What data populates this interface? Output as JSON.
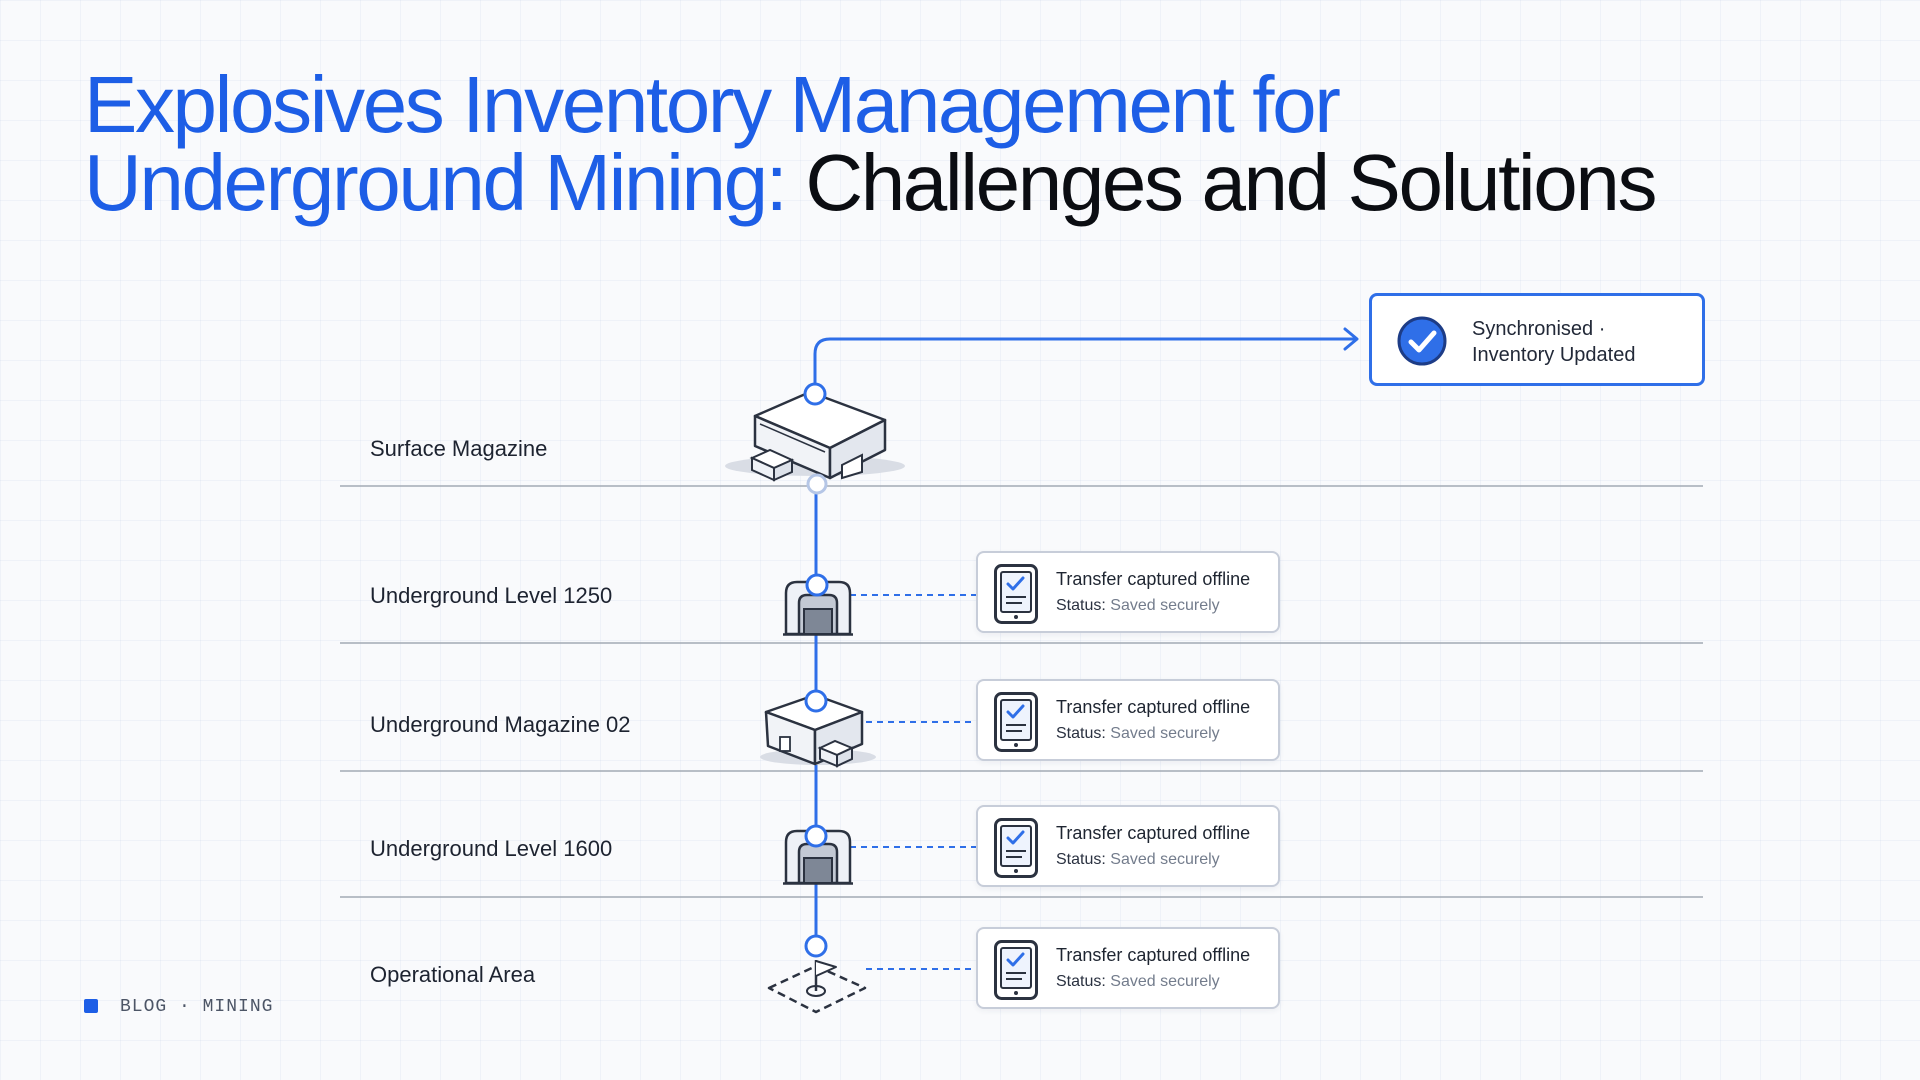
{
  "title": {
    "accent": "Explosives Inventory Management for Underground Mining:",
    "rest": "Challenges and Solutions"
  },
  "rows": [
    {
      "label": "Surface Magazine",
      "icon": "surface-magazine-building-icon"
    },
    {
      "label": "Underground Level 1250",
      "icon": "underground-vault-icon"
    },
    {
      "label": "Underground Magazine 02",
      "icon": "underground-magazine-building-icon"
    },
    {
      "label": "Underground Level 1600",
      "icon": "underground-vault-icon"
    },
    {
      "label": "Operational Area",
      "icon": "flag-zone-icon"
    }
  ],
  "cards": [
    {
      "title": "Transfer captured offline",
      "status_label": "Status:",
      "status_value": "Saved securely",
      "icon": "tablet-checklist-icon"
    },
    {
      "title": "Transfer captured offline",
      "status_label": "Status:",
      "status_value": "Saved securely",
      "icon": "tablet-checklist-icon"
    },
    {
      "title": "Transfer captured offline",
      "status_label": "Status:",
      "status_value": "Saved securely",
      "icon": "tablet-checklist-icon"
    },
    {
      "title": "Transfer captured offline",
      "status_label": "Status:",
      "status_value": "Saved securely",
      "icon": "tablet-checklist-icon"
    }
  ],
  "sync": {
    "line1": "Synchronised ·",
    "line2": "Inventory Updated",
    "icon": "check-circle-icon"
  },
  "footer": {
    "text": "BLOG · MINING"
  },
  "colors": {
    "accent": "#1d5ee6",
    "line": "#2f6fe8",
    "card_border": "#c7cdd9"
  }
}
